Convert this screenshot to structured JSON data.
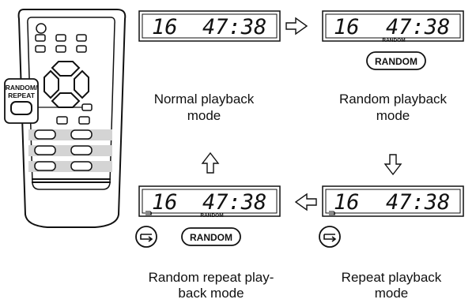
{
  "remote": {
    "callout_line1": "RANDOM/",
    "callout_line2": "REPEAT"
  },
  "panels": {
    "normal": {
      "track": "16",
      "time": "47:38",
      "caption_line1": "Normal playback",
      "caption_line2": "mode"
    },
    "random": {
      "track": "16",
      "time": "47:38",
      "indicator": "RANDOM",
      "button": "RANDOM",
      "caption_line1": "Random playback",
      "caption_line2": "mode"
    },
    "repeat": {
      "track": "16",
      "time": "47:38",
      "caption_line1": "Repeat playback",
      "caption_line2": "mode"
    },
    "random_repeat": {
      "track": "16",
      "time": "47:38",
      "indicator": "RANDOM",
      "button": "RANDOM",
      "caption_line1": "Random repeat play-",
      "caption_line2": "back mode"
    }
  },
  "icons": {
    "arrows": [
      "arrow-right-icon",
      "arrow-down-icon",
      "arrow-left-icon",
      "arrow-up-icon"
    ],
    "repeat": "repeat-icon"
  }
}
